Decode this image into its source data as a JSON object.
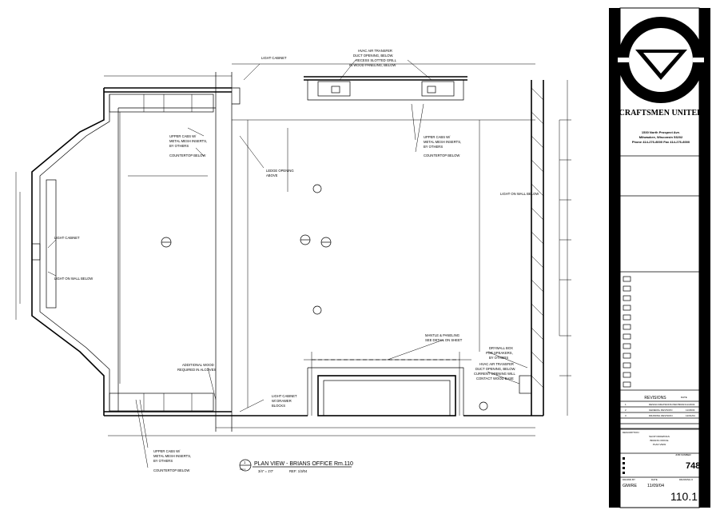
{
  "plan": {
    "title": "PLAN VIEW - BRIANS OFFICE Rm.110",
    "scale": "3/4\" = 1'0\"",
    "ref": "REF: 1/3/04",
    "detail_number": "1",
    "detail_sheet": "110.1",
    "notes": {
      "upper_cabs_left": [
        "UPPER CABS W/",
        "METAL MESH INSERTS,",
        "BY OTHERS"
      ],
      "countertop_left": "COUNTERTOP BELOW",
      "upper_cabs_right": [
        "UPPER CABS W/",
        "METAL MESH INSERTS,",
        "BY OTHERS"
      ],
      "countertop_right": "COUNTERTOP BELOW",
      "light_cabinet_top": "LIGHT CABINET",
      "ledge_opening": [
        "LEDGE OPENING",
        "ABOVE"
      ],
      "light_cabinet_left": "LIGHT CABINET",
      "light_on_wall": "LIGHT ON WALL BELOW",
      "hvac_top": [
        "HVAC AIR TRANSFER",
        "DUCT OPENING, BELOW.",
        "RECESS SLOTTED GRILL",
        "IN WOOD PANELING, BELOW"
      ],
      "mantle": [
        "MANTLE & PANELING",
        "SEE DETAIL ON SHEET"
      ],
      "drywall_box": [
        "DRYWALL BOX",
        "FOR SPEAKERS,",
        "BY OTHERS"
      ],
      "hvac_bottom": [
        "HVAC AIR TRANSFER",
        "DUCT OPENING, BELOW.",
        "CURRENT OPENING WILL",
        "CONTACT WOOD BASE"
      ],
      "alcoves": [
        "ADDITIONAL WOOD",
        "REQUIRED IN ALCOVES"
      ],
      "light_cabinet_bottom": [
        "LIGHT CABINET",
        "W/ DRAWER",
        "BLOCKS"
      ],
      "upper_cabs_bottom": [
        "UPPER CABS W/",
        "METAL MESH INSERTS,",
        "BY OTHERS"
      ],
      "countertop_bottom": "COUNTERTOP BELOW",
      "light_right": "LIGHT ON WALL BELOW"
    }
  },
  "title_block": {
    "company": "CRAFTSMEN UNITED",
    "address": [
      "1530 North Prospect Ave.",
      "Milwaukee, Wisconsin 53202",
      "Phone 414-276-8000 Fax 414-276-8000"
    ],
    "revisions_label": "REVISIONS",
    "date_label": "DATE",
    "revisions": [
      {
        "num": "1",
        "desc": "DESIGN REVISIONS PER BRIAN",
        "date": "11/23/04"
      },
      {
        "num": "2",
        "desc": "GENERAL REVISION",
        "date": "11/29/04"
      },
      {
        "num": "3",
        "desc": "DRAWING REVISION",
        "date": "12/01/04"
      }
    ],
    "description_label": "DESCRIPTION",
    "description": [
      "SHOP DRAWINGS",
      "BRIANS OFFICE",
      "PLAN VIEW"
    ],
    "job_number_label": "JOB NUMBER",
    "job_number": "748",
    "drawn_by_label": "DRAWN BY",
    "drawn_by": "GM/RE",
    "drawn_date_label": "DATE",
    "drawn_date": "11/09/04",
    "drawing_number_label": "DRAWING #",
    "drawing_number": "110.1"
  }
}
